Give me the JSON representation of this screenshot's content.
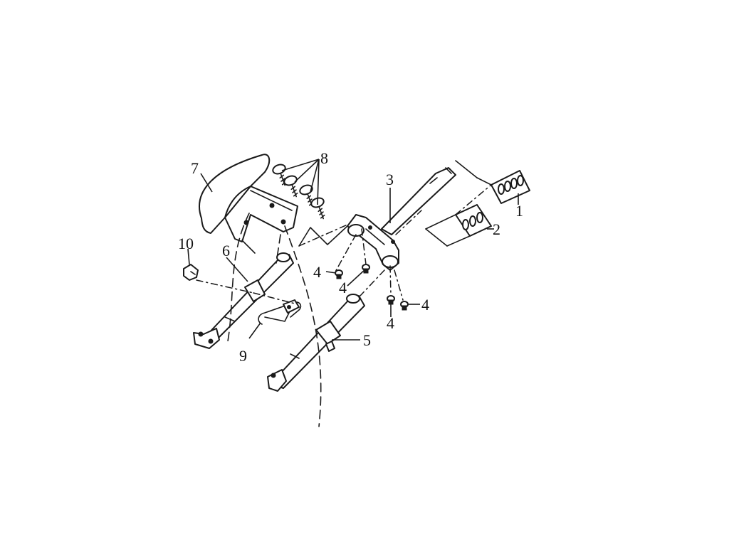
{
  "diagram": {
    "callouts": [
      {
        "id": "1",
        "text": "1"
      },
      {
        "id": "2",
        "text": "2"
      },
      {
        "id": "3",
        "text": "3"
      },
      {
        "id": "4a",
        "text": "4"
      },
      {
        "id": "4b",
        "text": "4"
      },
      {
        "id": "4c",
        "text": "4"
      },
      {
        "id": "4d",
        "text": "4"
      },
      {
        "id": "5",
        "text": "5"
      },
      {
        "id": "6",
        "text": "6"
      },
      {
        "id": "7",
        "text": "7"
      },
      {
        "id": "8",
        "text": "8"
      },
      {
        "id": "9",
        "text": "9"
      },
      {
        "id": "10",
        "text": "10"
      }
    ],
    "colors": {
      "ink": "#1a1a1a",
      "background": "#ffffff"
    }
  }
}
